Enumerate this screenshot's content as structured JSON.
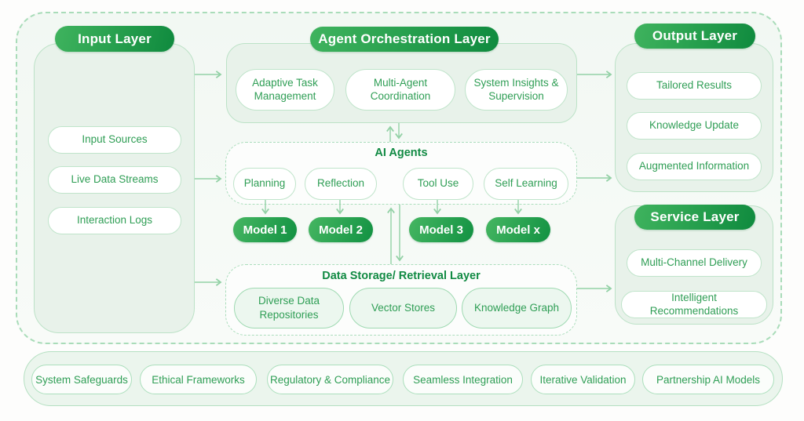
{
  "colors": {
    "header_gradient_start": "#3fb35e",
    "header_gradient_end": "#0f8a3e",
    "pill_text_green": "#2f9e55",
    "section_title_green": "#118a43",
    "arrow_green": "#93d1a6",
    "panel_fill": "#e8f2ea",
    "light_border": "#bce2c7",
    "dashed_border": "#a9dcb9"
  },
  "input_layer": {
    "title": "Input Layer",
    "items": [
      "Input Sources",
      "Live Data Streams",
      "Interaction Logs"
    ]
  },
  "orchestration_layer": {
    "title": "Agent Orchestration Layer",
    "items": [
      "Adaptive Task Management",
      "Multi-Agent Coordination",
      "System Insights & Supervision"
    ]
  },
  "ai_agents": {
    "title": "AI Agents",
    "agents": [
      "Planning",
      "Reflection",
      "Tool Use",
      "Self Learning"
    ],
    "models": [
      "Model 1",
      "Model 2",
      "Model 3",
      "Model x"
    ]
  },
  "data_layer": {
    "title": "Data Storage/ Retrieval Layer",
    "items": [
      "Diverse Data Repositories",
      "Vector Stores",
      "Knowledge Graph"
    ]
  },
  "output_layer": {
    "title": "Output Layer",
    "items": [
      "Tailored Results",
      "Knowledge Update",
      "Augmented Information"
    ]
  },
  "service_layer": {
    "title": "Service Layer",
    "items": [
      "Multi-Channel Delivery",
      "Intelligent Recommendations"
    ]
  },
  "foundation_row": {
    "items": [
      "System Safeguards",
      "Ethical Frameworks",
      "Regulatory & Compliance",
      "Seamless Integration",
      "Iterative Validation",
      "Partnership AI Models"
    ]
  }
}
